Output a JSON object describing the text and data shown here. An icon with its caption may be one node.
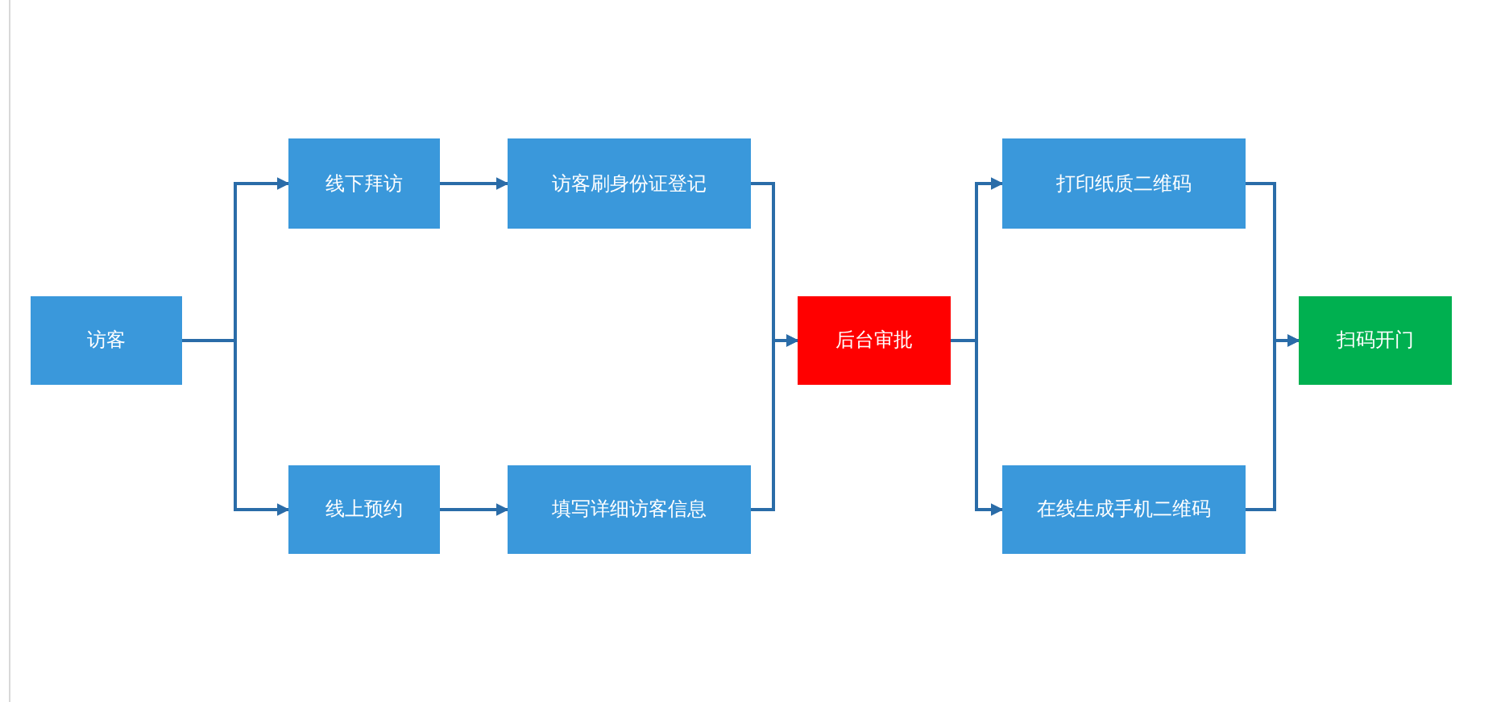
{
  "diagram": {
    "nodes": [
      {
        "text": [
          "访客"
        ]
      },
      {
        "text": [
          "线下拜访"
        ]
      },
      {
        "text": [
          "访客刷身份证登记"
        ]
      },
      {
        "text": [
          "线上预约"
        ]
      },
      {
        "text": [
          "填写详细访客信息"
        ]
      },
      {
        "text": [
          "后台审批"
        ]
      },
      {
        "text": [
          "打印纸质二维码"
        ]
      },
      {
        "text": [
          "在线生成手机二维码"
        ]
      },
      {
        "text": [
          "扫码开门"
        ]
      }
    ],
    "edges": [
      {
        "from": 0,
        "to": 1,
        "arrow": "to"
      },
      {
        "from": 0,
        "to": 3,
        "arrow": "to"
      },
      {
        "from": 1,
        "to": 2,
        "arrow": "to"
      },
      {
        "from": 3,
        "to": 4,
        "arrow": "to"
      },
      {
        "from": 2,
        "to": 5,
        "arrow": "to"
      },
      {
        "from": 4,
        "to": 5,
        "arrow": "to"
      },
      {
        "from": 5,
        "to": 6,
        "arrow": "to"
      },
      {
        "from": 5,
        "to": 7,
        "arrow": "to"
      },
      {
        "from": 6,
        "to": 8,
        "arrow": "to"
      },
      {
        "from": 7,
        "to": 8,
        "arrow": "to"
      }
    ]
  }
}
